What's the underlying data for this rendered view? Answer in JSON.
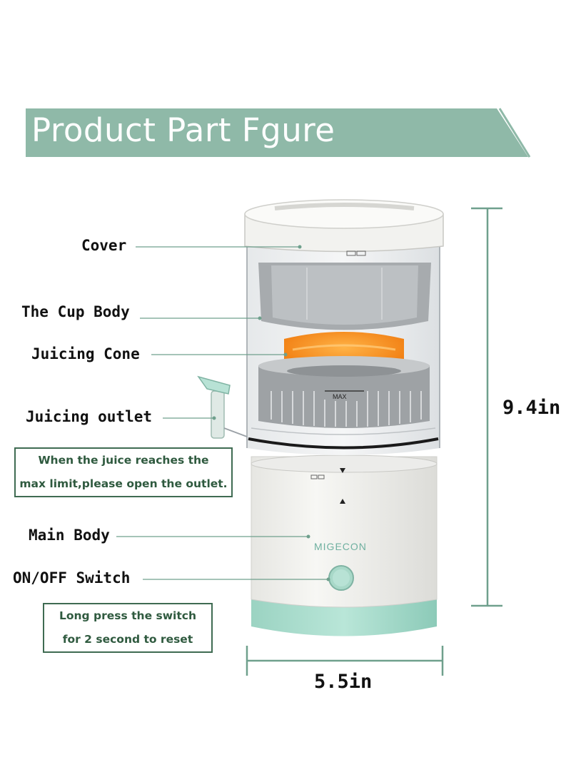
{
  "title": "Product Part Fgure",
  "parts": {
    "cover": "Cover",
    "cup_body": "The Cup Body",
    "juicing_cone": "Juicing Cone",
    "juicing_outlet": "Juicing outlet",
    "main_body": "Main Body",
    "switch": "ON/OFF Switch"
  },
  "notes": {
    "outlet_line1": "When the juice reaches the",
    "outlet_line2": "max limit,please open the outlet.",
    "switch_line1": "Long press the switch",
    "switch_line2": "for 2 second to reset"
  },
  "product": {
    "brand": "MIGECON",
    "max_mark": "MAX"
  },
  "dimensions": {
    "height": "9.4in",
    "width": "5.5in"
  },
  "colors": {
    "banner": "#8fb9a8",
    "accent": "#a8d8c8",
    "note_border": "#3f6b52"
  }
}
